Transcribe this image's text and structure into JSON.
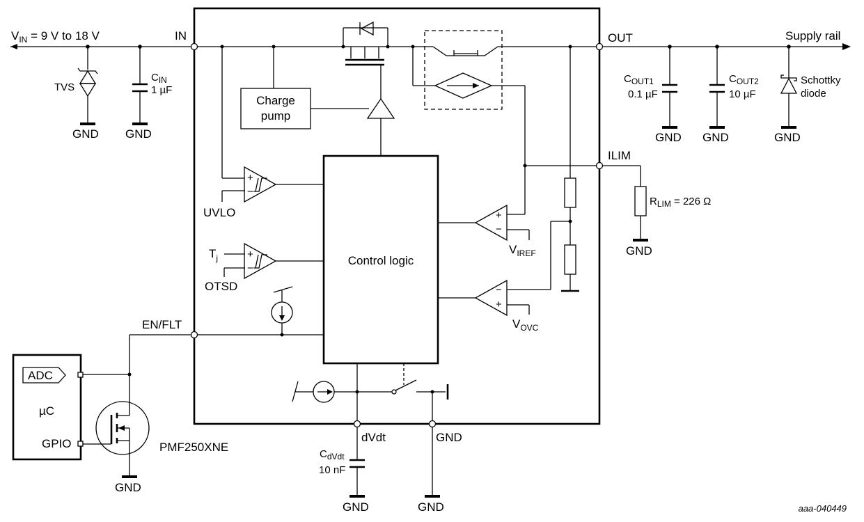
{
  "inputs": {
    "vin_prefix": "V",
    "vin_sub": "IN",
    "vin_rest": " = 9 V to 18 V",
    "pin_in": "IN",
    "tvs": "TVS",
    "cin_prefix": "C",
    "cin_sub": "IN",
    "cin_value": "1 µF"
  },
  "ground_label": "GND",
  "ic": {
    "charge_pump_line1": "Charge",
    "charge_pump_line2": "pump",
    "control_logic": "Control logic",
    "uvlo": "UVLO",
    "tj_main": "T",
    "tj_sub": "j",
    "otsd": "OTSD",
    "viref_main": "V",
    "viref_sub": "IREF",
    "vovc_main": "V",
    "vovc_sub": "OVC",
    "plus": "+",
    "minus": "−"
  },
  "pins": {
    "out": "OUT",
    "ilim": "ILIM",
    "en_flt": "EN/FLT",
    "dvdt": "dVdt",
    "gnd": "GND"
  },
  "outputs": {
    "supply_rail": "Supply rail",
    "cout1_prefix": "C",
    "cout1_sub": "OUT1",
    "cout1_value": "0.1 µF",
    "cout2_prefix": "C",
    "cout2_sub": "OUT2",
    "cout2_value": "10 µF",
    "schottky_line1": "Schottky",
    "schottky_line2": "diode",
    "rlim_prefix": "R",
    "rlim_sub": "LIM",
    "rlim_value": " = 226 Ω"
  },
  "mcu": {
    "label": "µC",
    "adc": "ADC",
    "gpio": "GPIO",
    "mosfet": "PMF250XNE"
  },
  "dvdt_cap": {
    "prefix": "C",
    "sub": "dVdt",
    "value": "10 nF"
  },
  "figure_ref": "aaa-040449"
}
